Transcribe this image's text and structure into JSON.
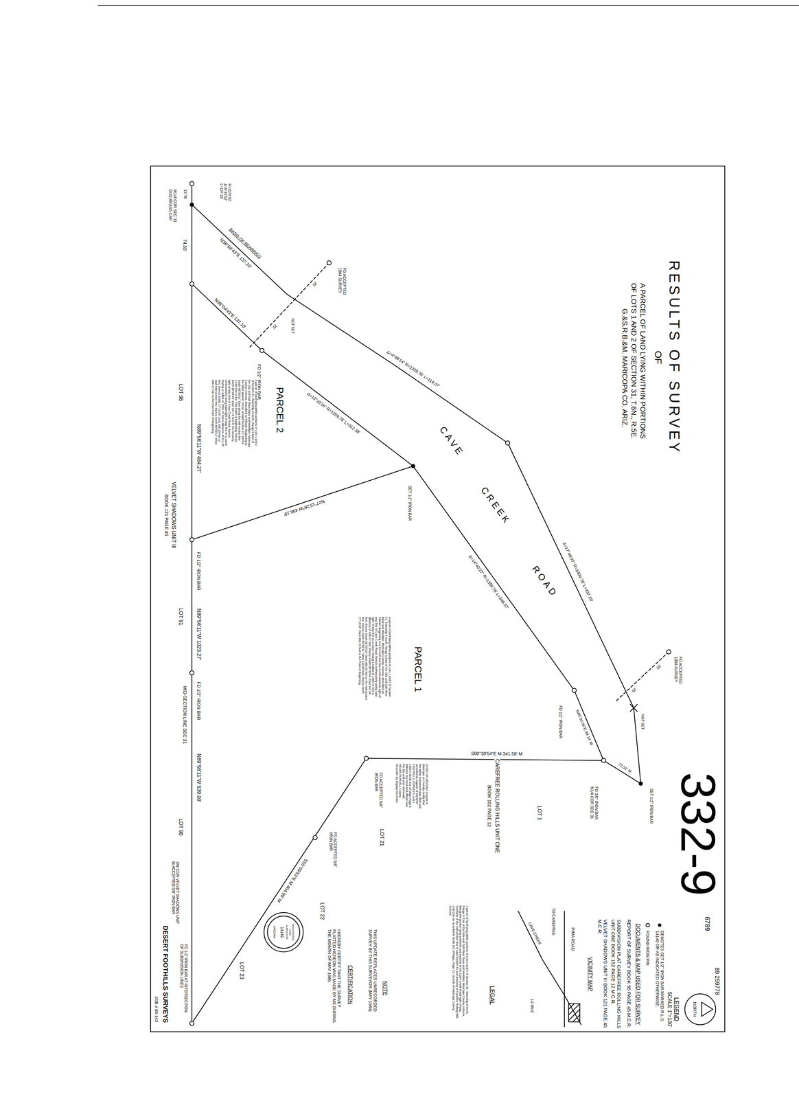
{
  "diagram": {
    "title": "RESULTS OF SURVEY",
    "labels": [
      "OF",
      "A PARCEL OF LAND LYING WITHIN PORTIONS",
      "OF LOTS 1 AND 2 OF SECTION 31, T.6N., R.5E.",
      "G.&S.R.B.&M. MARICOPA CO. ARIZ.",
      "332-9",
      "6789",
      "89 259778",
      "NORTH",
      "LEGEND",
      "SCALE 1\"=100'",
      "DOCUMENTS & MAP USED FOR SURVEY",
      "REPORT OF SURVEY BOOK 95 PAGE 45 M.C.R.",
      "SUBDIVISION PLAT CAREFREE ROLLING HILLS UNIT ONE BOOK 152 PAGE 12 M.C.R.",
      "VELVET SHADOWS UNIT III BOOK 121 PAGE 45 M.C.R.",
      "VICINITY MAP",
      "PIMA ROAD",
      "TO CAREFREE",
      "CAVE CREEK",
      "1/2 MILE",
      "LEGAL",
      "A parcel of land lying within portions of Lots 1 and 2 of Section 31, Township 6 North, Range 5 East of the Gila and Salt River Base and Meridian, Maricopa County, Arizona, being that portion lying southerly and easterly of the Cave Creek Road right of way, northerly of the mid-section line of said Section 31 and westerly of Carefree Rolling Hills Unit One as recorded in Book 152 of Maps, Page 12, records of Maricopa County, Arizona.",
      "NOTE",
      "THIS UPDATE REPLACES UNRECORDED SURVEY BY THIS SURVEYOR (MAY 1984)",
      "CERTIFICATION",
      "I HEREBY CERTIFY THAT THE SURVEY PLATTED HEREON WAS MADE BY ME DURING THE MONTH OF MAY 1989.",
      "REGISTERED LAND SURVEYOR",
      "14149",
      "ARIZONA",
      "DESERT FOOTHILLS SURVEYS",
      "JOB # 89-143",
      "STATE OF ARIZONA County of Maricopa ss I hereby certify that the within instrument was filed and recorded at request of DESERT FOOTHILLS SURVEYS JUN 1 1989 in Book 332 of Maps Page 9 Witness my hand and official seal the day and year aforesaid. HELEN PURCELL County Recorder By Deputy Recorder",
      "CAREFREE ROLLING HILLS UNIT ONE",
      "BOOK 152 PAGE 12",
      "LOT 1",
      "LOT 21",
      "LOT 22",
      "LOT 23",
      "LOT 96",
      "LOT 91",
      "LOT 90",
      "VELVET SHADOWS UNIT III",
      "BOOK 121 PAGE 45",
      "N89°56'11\"W 484.27'",
      "FD 1/2\" IRON BAR",
      "N89°56'11\"W 1023.27'",
      "MID-SECTION LINE SEC 31",
      "FD 1/2\" IRON BAR",
      "N89°56'11\"W 539.00'",
      "15' W",
      "74.55'",
      "W1/4 COR SEC 31 GLO BRASS CAP",
      "R=1170.92' Δ=6°43'02\" L=137.22'",
      "BASIS OF BEARINGS",
      "N38°04'43\"E 137.10'",
      "N38°04'43\"E 137.10'",
      "FD 1/2\" IRON BAR",
      "25'",
      "25'",
      "FD ACCEPTED 1984 SURVEY",
      "NOT SET",
      "Δ=4°48'14\" R=1359.76' L=114.07'",
      "CAVE",
      "CREEK",
      "ROAD",
      "Δ=13°10'16\" R=1359.76' L=312.38'",
      "N27°15'26\"W 496.19'",
      "SET 1/2\" IRON BAR",
      "Δ=14°40'27\" R=1359.76' L=348.27'",
      "Δ=17°46'07\" R=1409.76' L=437.19'",
      "N45°01'06\"E 49.14' M",
      "72.51' M",
      "FD 1/2\" IRON BAR",
      "FD 3/8\" IRON BAR N1/4 COR SEC 31",
      "SET 1/2\" IRON BAR",
      "FD ACCEPTED 1984 SURVEY",
      "25'",
      "25'",
      "NOT SET",
      "S00°30'54\"E M 341.58' M",
      "FD ACCEPTED 5/8\" IRON BAR",
      "S55°09'53\"E M 404.99' M",
      "FD ACCEPTED 5/8\" IRON BAR",
      "SW COR VELVET SHADOWS UNIT III ACCEPTED 5/8\" IRON BAR",
      "FD 1/2\" IRON BAR AT INTERSECTION OF SUBDIVISION LINES",
      "PARCEL 2",
      "A parcel of land lying within portions of Lots 1 and 2 of Section 31, Township 6 North, Range 5 East of the Gila and Salt River Base and Meridian, Maricopa County, Arizona, described as follows: Beginning at the West quarter corner of said Section 31; thence South 89°56'11\" East along the mid-section line 74.55 feet to the True Point of Beginning; thence North 38°04'43\" East 137.10 feet to the westerly right of way line of Cave Creek Road; thence northeasterly along said right of way line on a curve having a radius of 1359.76 feet a distance of 312.38 feet; thence South 27°15'26\" East 496.19 feet to said mid-section line; thence North 89°56'11\" West 484.27 feet to the True Point of Beginning.",
      "PARCEL 1",
      "A parcel of land lying within portions of Lots 1 and 2 of Section 31, Township 6 North, Range 5 East of the Gila and Salt River Base and Meridian, Maricopa County, Arizona, described as follows: Beginning at a 1/2 inch iron bar on the westerly right of way line of Cave Creek Road; thence northeasterly along said right of way line on a curve having a radius of 1359.76 feet a distance of 348.27 feet; thence South 00°30'54\" East 341.58 feet; thence South 55°09'53\" West 404.99 feet to the mid-section line; thence North 89°56'11\" West 539.00 feet; thence North 27°15'26\" West 496.19 feet to the Point of Beginning."
    ],
    "legend": [
      {
        "text": "DENOTES SET 1/2\" IRON BAR MARKED R.L.S. 14149 OR AS INDICATED OTHERWISE."
      },
      {
        "text": "FOUND IRON PIN"
      }
    ]
  }
}
